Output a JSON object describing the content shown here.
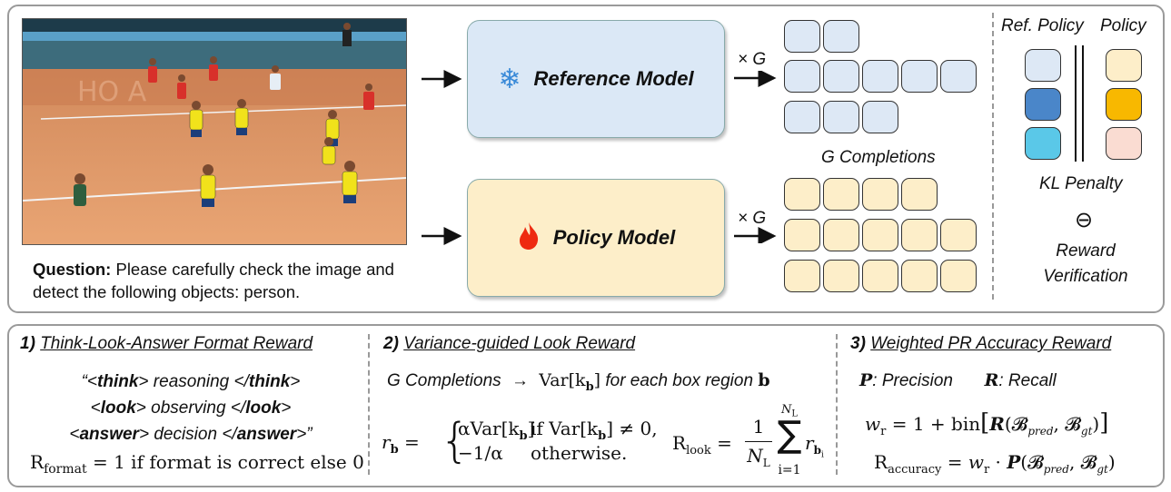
{
  "top": {
    "question_label": "Question:",
    "question_text": "Please carefully check the image and detect the following objects: person.",
    "reference_model": "Reference Model",
    "policy_model": "Policy Model",
    "times_g": "× G",
    "g_completions": "G Completions",
    "ref_policy": "Ref. Policy",
    "policy": "Policy",
    "kl_penalty": "KL Penalty",
    "ominus": "⊖",
    "reward_verification": "Reward Verification",
    "colors": {
      "ref_fill": "#dde8f5",
      "policy_fill": "#fdeec9",
      "ref_dark": "#4a86c9",
      "ref_cyan": "#5ac8e8",
      "policy_orange": "#f8b800",
      "policy_pink": "#fadcd2"
    },
    "icons": [
      "snowflake-icon",
      "flame-icon"
    ]
  },
  "section1": {
    "num": "1)",
    "title": "Think-Look-Answer Format Reward",
    "line1_open_q": "“<",
    "line1_tag": "think",
    "line1_mid": "> reasoning </",
    "line1_tag2": "think",
    "line1_end": ">",
    "line2_open": "<",
    "line2_tag": "look",
    "line2_mid": "> observing </",
    "line2_tag2": "look",
    "line2_end": ">",
    "line3_open": "<",
    "line3_tag": "answer",
    "line3_mid": "> decision </",
    "line3_tag2": "answer",
    "line3_end": ">”",
    "formula": "R",
    "formula_sub": "format",
    "formula_rest": " = 1 if format is correct else 0"
  },
  "section2": {
    "num": "2)",
    "title": "Variance-guided Look Reward",
    "g_completions": "G Completions",
    "arrow": "→",
    "var_k_b": "Var[k",
    "var_sub": "b",
    "var_close": "]",
    "for_each": "for each box region",
    "b": "b",
    "r_b": "r",
    "r_sub": "b",
    "case1_val": "αVar[k",
    "case1_sub": "b",
    "case1_close": "]",
    "case1_cond": "if Var[k",
    "case1_cond_sub": "b",
    "case1_cond_close": "] ≠ 0,",
    "case2_val": "−1/α",
    "case2_cond": "otherwise.",
    "r_look": "R",
    "r_look_sub": "look",
    "frac_num": "1",
    "frac_den": "N",
    "frac_den_sub": "L",
    "sum_top": "N",
    "sum_top_sub": "L",
    "sum_bot": "i=1",
    "sum_sym": "∑",
    "sum_term": "r",
    "sum_term_sub": "b",
    "sum_term_subsub": "i"
  },
  "section3": {
    "num": "3)",
    "title": "Weighted PR Accuracy Reward",
    "p_label": "P",
    "p_text": ": Precision",
    "r_label": "R",
    "r_text": ": Recall",
    "wr": "w",
    "wr_sub": "r",
    "wr_rest": " = 1 + bin",
    "wr_R": "R",
    "wr_args": "(𝓑",
    "wr_pred": "pred",
    "wr_comma": ", 𝓑",
    "wr_gt": "gt",
    "wr_close": ")",
    "acc": "R",
    "acc_sub": "accuracy",
    "acc_eq": " = ",
    "acc_w": "w",
    "acc_w_sub": "r",
    "acc_dot": " · ",
    "acc_P": "P",
    "acc_args": "(𝓑",
    "acc_pred": "pred",
    "acc_comma": ", 𝓑",
    "acc_gt": "gt",
    "acc_close": ")"
  }
}
